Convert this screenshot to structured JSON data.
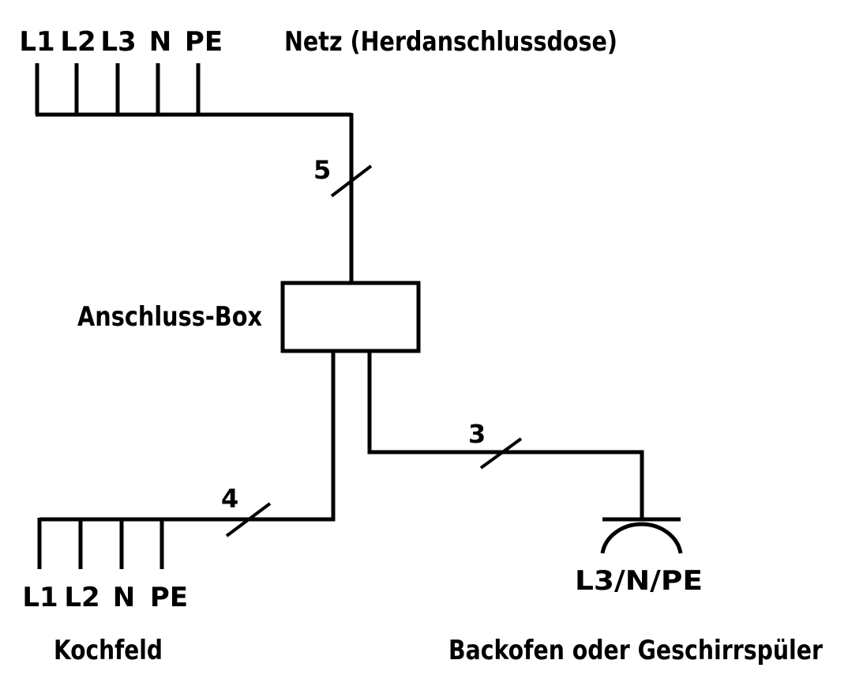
{
  "mains": {
    "title": "Netz (Herdanschlussdose)",
    "pins": [
      "L1",
      "L2",
      "L3",
      "N",
      "PE"
    ],
    "wire_count": "5"
  },
  "box": {
    "label": "Anschluss-Box"
  },
  "hob": {
    "title": "Kochfeld",
    "pins": [
      "L1",
      "L2",
      "N",
      "PE"
    ],
    "wire_count": "4"
  },
  "appliance": {
    "title": "Backofen oder Geschirrspüler",
    "socket_label": "L3/N/PE",
    "wire_count": "3"
  }
}
